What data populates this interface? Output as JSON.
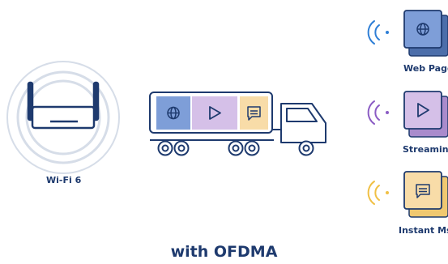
{
  "router": {
    "label": "Wi-Fi 6",
    "icon": "router-icon"
  },
  "truck": {
    "icon": "truck-icon",
    "cargo": [
      {
        "type": "web",
        "icon": "globe-icon",
        "color": "#7e9ed8"
      },
      {
        "type": "streaming",
        "icon": "play-icon",
        "color": "#d5c0e8"
      },
      {
        "type": "message",
        "icon": "chat-icon",
        "color": "#f8dca8"
      }
    ]
  },
  "devices": [
    {
      "label": "Web Page",
      "icon": "globe-icon",
      "color": "#7e9ed8",
      "wave_color": "#2f7fd6"
    },
    {
      "label": "Streaming",
      "icon": "play-icon",
      "color": "#d5c0e8",
      "wave_color": "#8b5cc4"
    },
    {
      "label": "Instant Ms",
      "icon": "chat-icon",
      "color": "#f8dca8",
      "wave_color": "#f0c045"
    }
  ],
  "caption": "with OFDMA",
  "colors": {
    "navy": "#1e3a6e",
    "router_ring": "#d6dde8"
  }
}
